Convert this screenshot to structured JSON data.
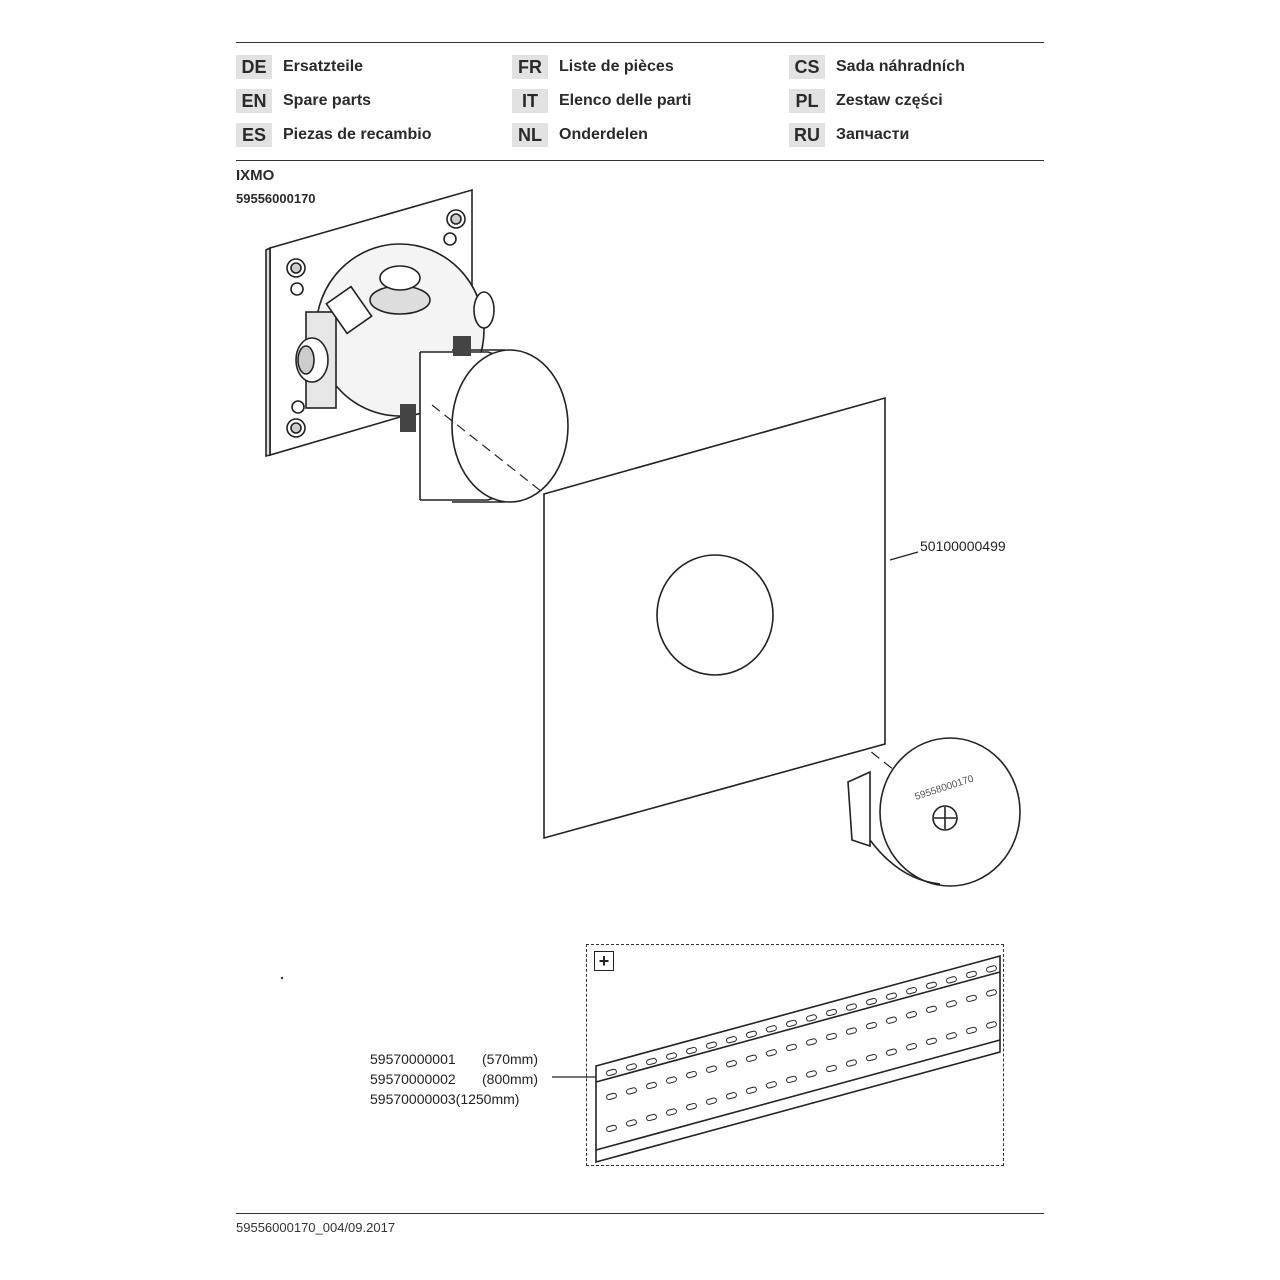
{
  "languages": [
    {
      "code": "DE",
      "label": "Ersatzteile"
    },
    {
      "code": "EN",
      "label": "Spare parts"
    },
    {
      "code": "ES",
      "label": "Piezas de recambio"
    },
    {
      "code": "FR",
      "label": "Liste de pièces"
    },
    {
      "code": "IT",
      "label": "Elenco delle parti"
    },
    {
      "code": "NL",
      "label": "Onderdelen"
    },
    {
      "code": "CS",
      "label": "Sada náhradních"
    },
    {
      "code": "PL",
      "label": "Zestaw części"
    },
    {
      "code": "RU",
      "label": "Запчасти"
    }
  ],
  "product": {
    "name": "IXMO",
    "number": "59556000170"
  },
  "parts": {
    "plate": "50100000499",
    "cap_label": "59558000170"
  },
  "rails": [
    {
      "code": "59570000001",
      "size": "(570mm)"
    },
    {
      "code": "59570000002",
      "size": "(800mm)"
    },
    {
      "code": "59570000003",
      "size": "(1250mm)"
    }
  ],
  "detail": {
    "plus_symbol": "+"
  },
  "footer": {
    "doc_ref": "59556000170_004/09.2017"
  }
}
